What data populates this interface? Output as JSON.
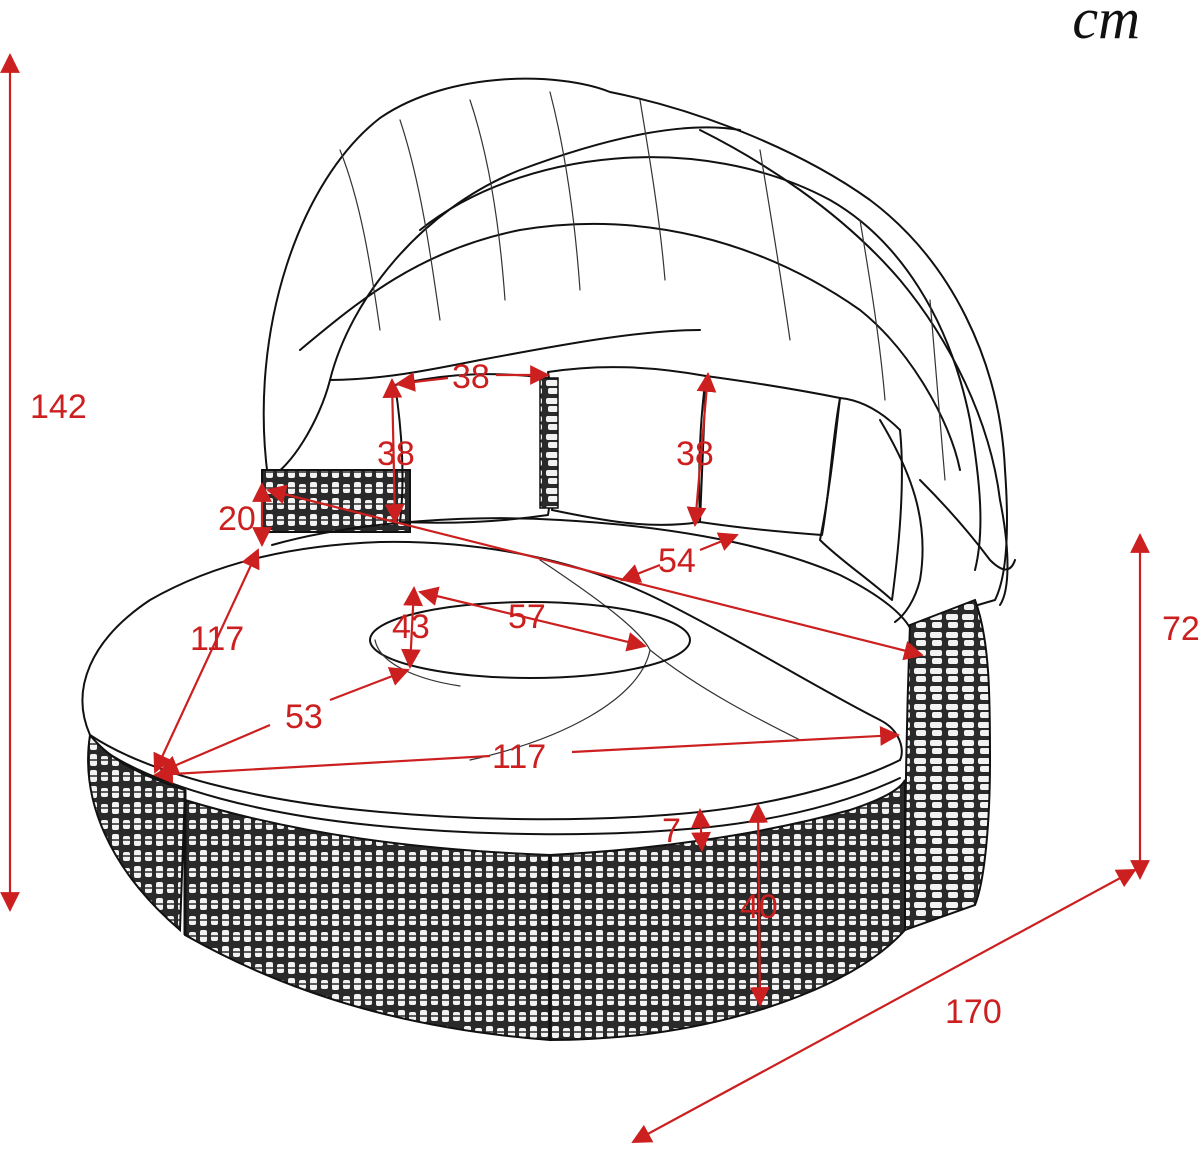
{
  "unit": "cm",
  "colors": {
    "dimension": "#cc1f1f",
    "sketch": "#111111",
    "weave_dark": "#2a2a2a",
    "weave_light": "#f2f2f2",
    "background": "#ffffff"
  },
  "illustration": "round-rattan-daybed-with-canopy",
  "dimensions": {
    "total_height": "142",
    "side_height": "72",
    "depth": "170",
    "pillow_width": "38",
    "pillow_height_left": "38",
    "pillow_height_right": "38",
    "armrest_height": "20",
    "seat_depth_back": "54",
    "ottoman_side": "117",
    "table_height": "43",
    "table_diameter": "57",
    "ottoman_radius": "53",
    "front_width": "117",
    "cushion_thickness": "7",
    "base_height": "40"
  }
}
